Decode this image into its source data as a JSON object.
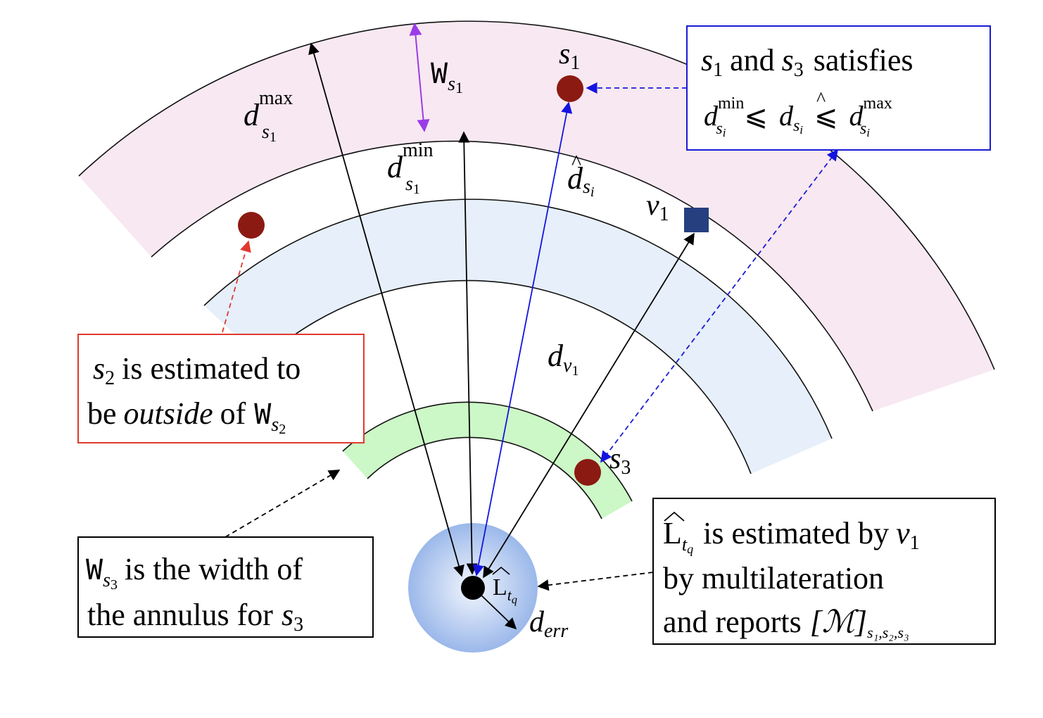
{
  "colors": {
    "outer_band_fill": "#f8e8f1",
    "middle_band_fill": "#e6effa",
    "inner_band_fill": "#ccf7c6",
    "sensor_dot": "#8b1a12",
    "vehicle_square": "#263f7f",
    "blue_arrow": "#1414e0",
    "red_box_border": "#e03a2f",
    "blue_box_border": "#1a1ad6",
    "purple_arrow": "#9b3be8",
    "error_disc": "#9bb8ea"
  },
  "labels": {
    "s1": "s",
    "s1_sub": "1",
    "s3": "s",
    "s3_sub": "3",
    "v1": "v",
    "v1_sub": "1",
    "W": "W",
    "W_sub_s": "s",
    "W_sub_1": "1",
    "dmax": "d",
    "dmax_sup": "max",
    "dmax_sub_s": "s",
    "dmax_sub_1": "1",
    "dmin": "d",
    "dmin_sup": "min",
    "dmin_sub_s": "s",
    "dmin_sub_1": "1",
    "dhat": "d",
    "dhat_sub_s": "s",
    "dhat_sub_i": "i",
    "hat": "^",
    "dv": "d",
    "dv_sub_v": "v",
    "dv_sub_1": "1",
    "derr": "d",
    "derr_sub": "err",
    "L": "L",
    "L_sub_t": "t",
    "L_sub_q": "q"
  },
  "boxes": {
    "blue": {
      "line1_s": "s",
      "line1_sub1": "1",
      "line1_and": "and",
      "line1_s3": "s",
      "line1_sub3": "3",
      "line1_tail": "satisfies",
      "line2_d1": "d",
      "line2_min": "min",
      "line2_s": "s",
      "line2_i": "i",
      "leq": "⩽",
      "line2_d2": "d",
      "line2_s2": "s",
      "line2_i2": "i",
      "line2_d3": "d",
      "line2_max": "max",
      "line2_s3": "s",
      "line2_i3": "i"
    },
    "red": {
      "s": "s",
      "sub": "2",
      "line1_tail": "is estimated to",
      "line2_be": "be",
      "line2_outside": "outside",
      "line2_of": "of",
      "W": "W",
      "W_sub_s": "s",
      "W_sub_2": "2"
    },
    "left": {
      "W": "W",
      "W_sub_s": "s",
      "W_sub_3": "3",
      "line1_tail": "is the width of",
      "line2": "the annulus for",
      "s": "s",
      "sub": "3"
    },
    "right": {
      "L": "L",
      "L_sub_t": "t",
      "L_sub_q": "q",
      "line1_mid": "is estimated by",
      "v": "v",
      "v_sub": "1",
      "line2": "by multilateration",
      "line3": "and reports",
      "M": "[ℳ]",
      "M_sub": "s₁,s₂,s₃"
    }
  }
}
